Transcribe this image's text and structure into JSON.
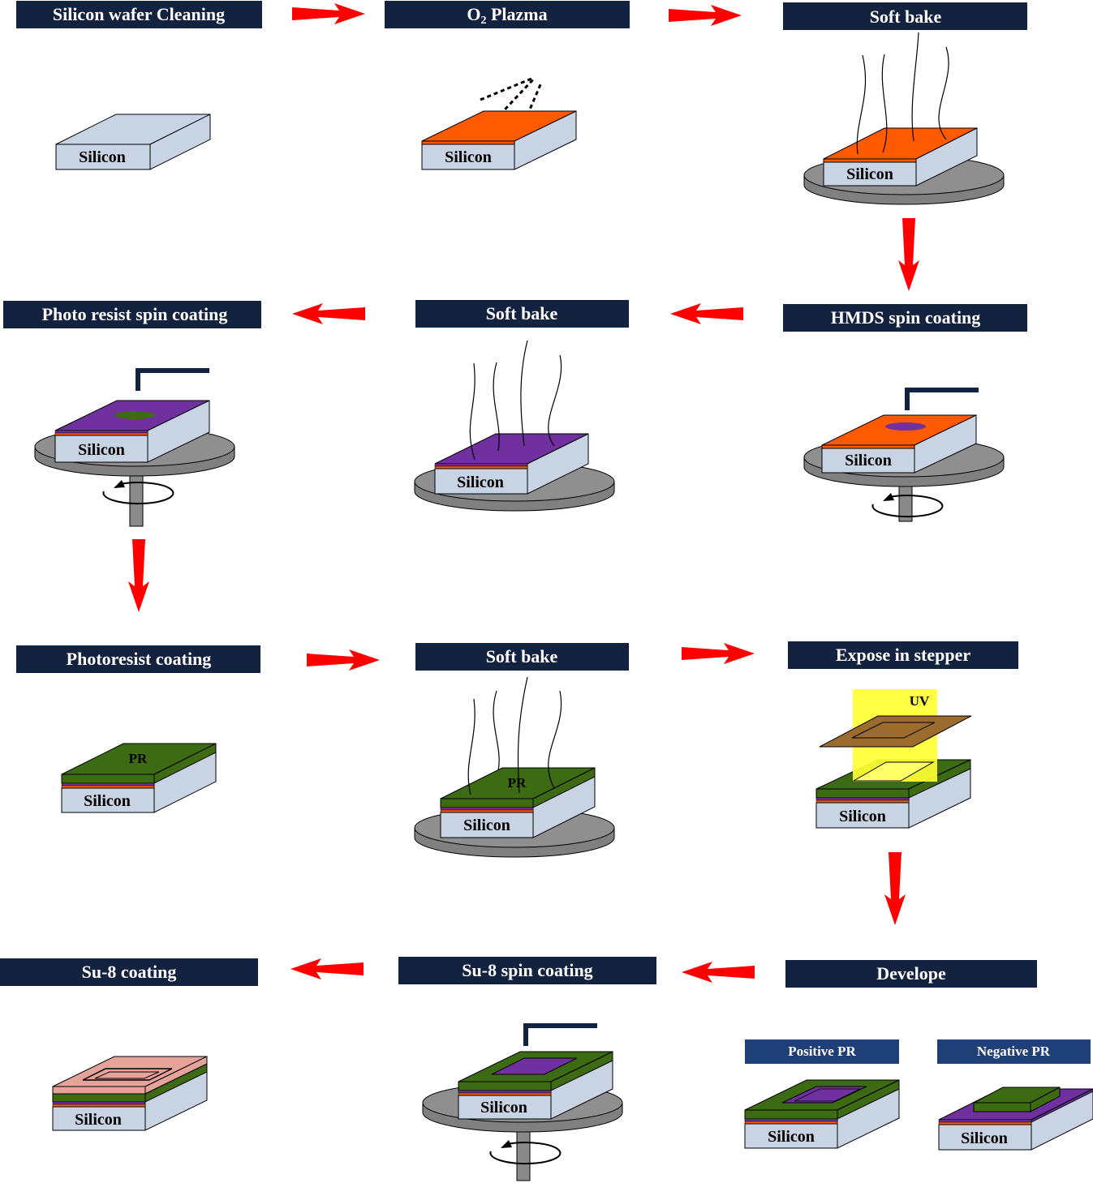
{
  "steps": {
    "cleaning": "Silicon wafer Cleaning",
    "o2_plasma_o": "O",
    "o2_plasma_sub": "2",
    "o2_plasma_rest": " Plazma",
    "softbake_1": "Soft bake",
    "hmds": "HMDS spin coating",
    "softbake_2": "Soft bake",
    "pr_spin": "Photo resist spin coating",
    "pr_coating": "Photoresist coating",
    "softbake_3": "Soft bake",
    "expose": "Expose in stepper",
    "develope": "Develope",
    "su8_spin": "Su-8 spin coating",
    "su8_coating": "Su-8 coating"
  },
  "sub_panels": {
    "positive": "Positive PR",
    "negative": "Negative PR"
  },
  "labels": {
    "silicon": "Silicon",
    "pr": "PR",
    "uv": "UV"
  },
  "colors": {
    "title_bg": "#13223F",
    "sub_title_bg": "#1F3F77",
    "arrow": "#FF0000",
    "silicon": "#C8D4E3",
    "oxide_orange": "#FF5A00",
    "hmds_thin": "#E8534A",
    "photoresist_purple": "#7030A0",
    "pr_green": "#3C6B14",
    "su8_pink": "#E6A39A",
    "mask_brown": "#9C6B2E",
    "uv_yellow": "#FFFF33",
    "chuck_gray": "#8A8A8A"
  }
}
